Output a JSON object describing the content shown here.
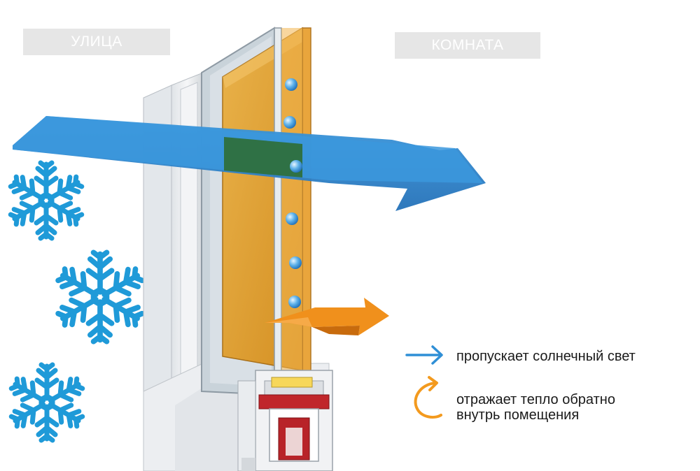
{
  "labels": {
    "outside": "УЛИЦА",
    "inside": "КОМНАТА"
  },
  "legend": {
    "light": {
      "text": "пропускает солнечный свет",
      "color": "#2f8fd6",
      "icon": "blue-arrow-icon"
    },
    "heat": {
      "line1": "отражает тепло обратно",
      "line2": "внутрь помещения",
      "color": "#f39a1e",
      "icon": "curved-orange-arrow-icon"
    }
  },
  "colors": {
    "light_arrow": "#2f86cf",
    "heat_arrow": "#f0901c",
    "coated_glass": "#e4a53a",
    "snowflake": "#1f9ad8",
    "frame": "#e9ecef",
    "seal": "#c0262b"
  },
  "icons": [
    "snowflake-icon",
    "gas-bubble-icon"
  ]
}
